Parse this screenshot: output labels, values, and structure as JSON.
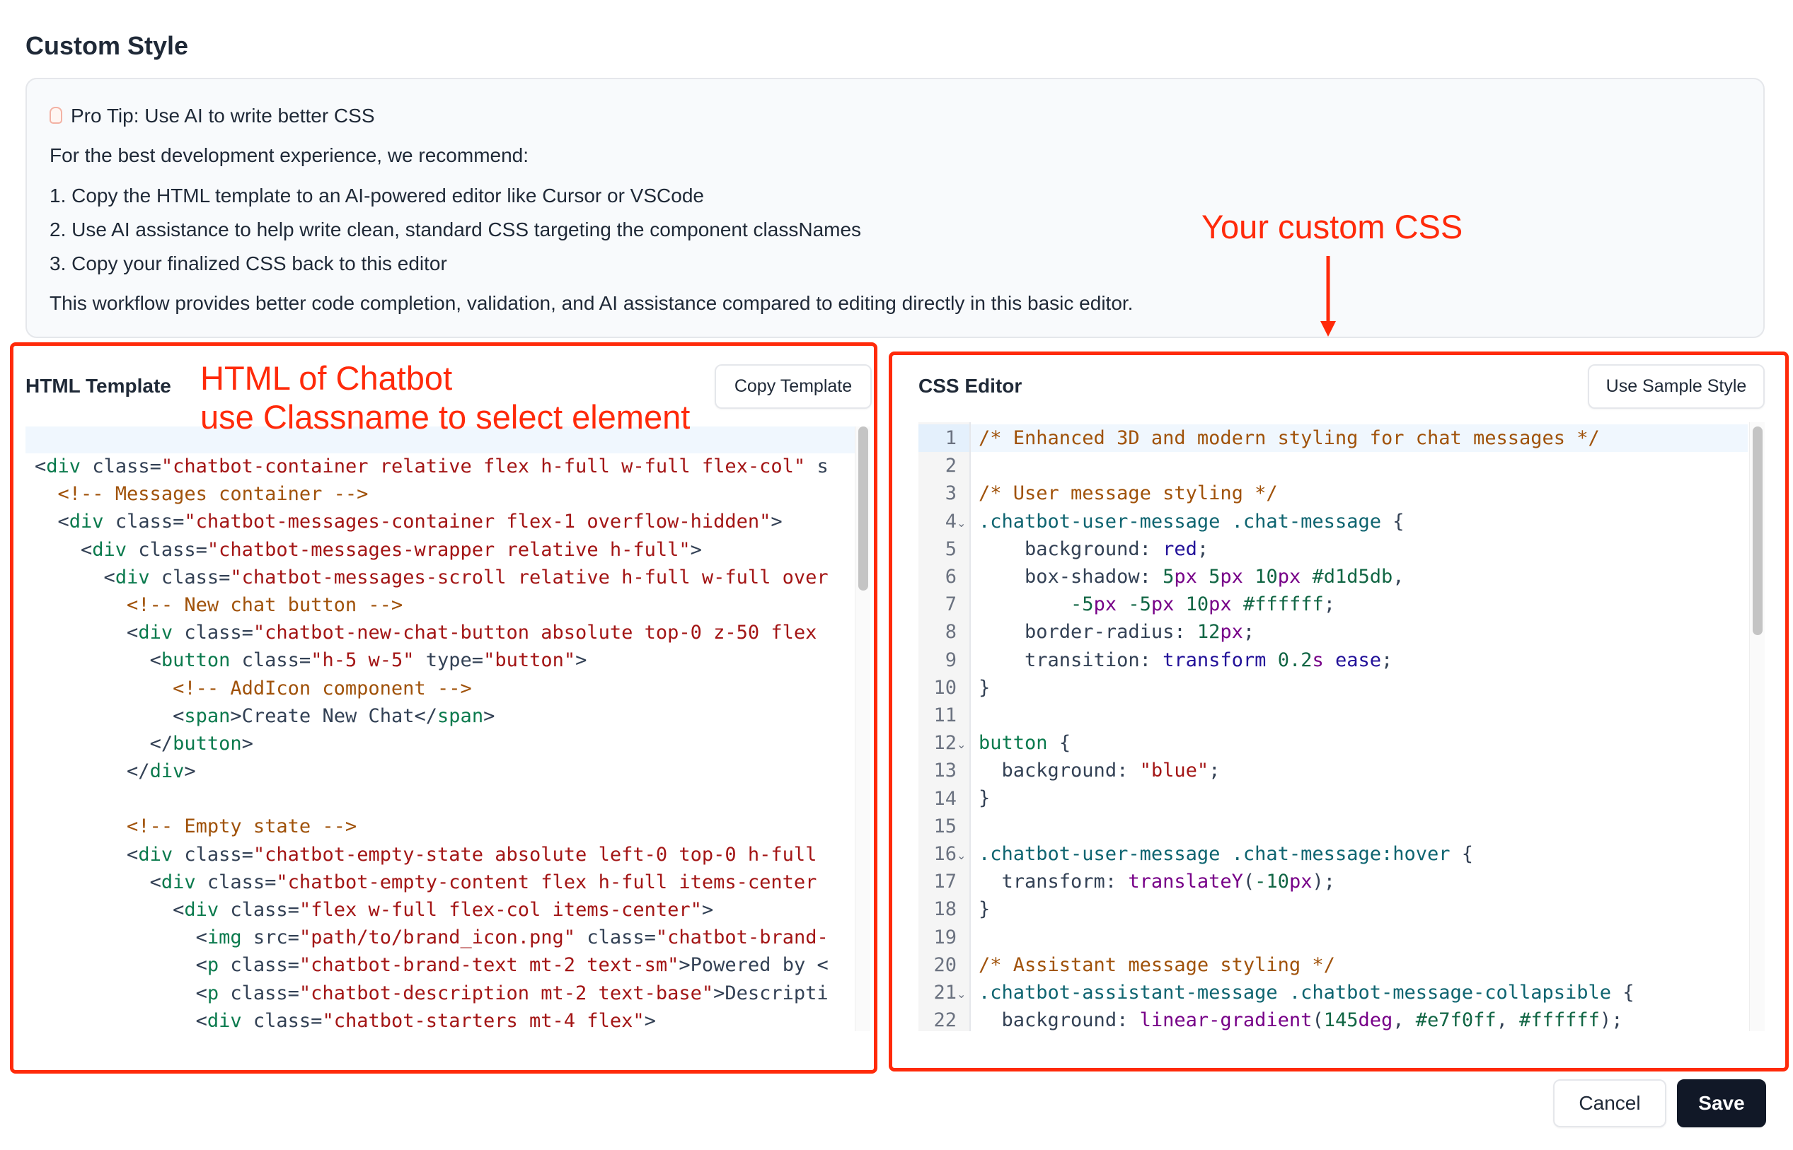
{
  "page_title": "Custom Style",
  "tip": {
    "icon": "lightbulb-icon",
    "heading": "Pro Tip: Use AI to write better CSS",
    "intro": "For the best development experience, we recommend:",
    "steps": [
      "1. Copy the HTML template to an AI-powered editor like Cursor or VSCode",
      "2. Use AI assistance to help write clean, standard CSS targeting the component classNames",
      "3. Copy your finalized CSS back to this editor"
    ],
    "footer": "This workflow provides better code completion, validation, and AI assistance compared to editing directly in this basic editor."
  },
  "annotations": {
    "css": "Your custom CSS",
    "html_line1": "HTML of Chatbot",
    "html_line2": "use Classname to select element",
    "color": "#ff2a0a"
  },
  "html_panel": {
    "label": "HTML Template",
    "button": "Copy Template",
    "lines": [
      "<div class=\"chatbot-container relative flex h-full w-full flex-col\" s",
      "  <!-- Messages container -->",
      "  <div class=\"chatbot-messages-container flex-1 overflow-hidden\">",
      "    <div class=\"chatbot-messages-wrapper relative h-full\">",
      "      <div class=\"chatbot-messages-scroll relative h-full w-full over",
      "        <!-- New chat button -->",
      "        <div class=\"chatbot-new-chat-button absolute top-0 z-50 flex",
      "          <button class=\"h-5 w-5\" type=\"button\">",
      "            <!-- AddIcon component -->",
      "            <span>Create New Chat</span>",
      "          </button>",
      "        </div>",
      "",
      "        <!-- Empty state -->",
      "        <div class=\"chatbot-empty-state absolute left-0 top-0 h-full",
      "          <div class=\"chatbot-empty-content flex h-full items-center",
      "            <div class=\"flex w-full flex-col items-center\">",
      "              <img src=\"path/to/brand_icon.png\" class=\"chatbot-brand-",
      "              <p class=\"chatbot-brand-text mt-2 text-sm\">Powered by <",
      "              <p class=\"chatbot-description mt-2 text-base\">Descripti",
      "              <div class=\"chatbot-starters mt-4 flex\">"
    ]
  },
  "css_panel": {
    "label": "CSS Editor",
    "button": "Use Sample Style",
    "lines": [
      "/* Enhanced 3D and modern styling for chat messages */",
      "",
      "/* User message styling */",
      ".chatbot-user-message .chat-message {",
      "    background: red;",
      "    box-shadow: 5px 5px 10px #d1d5db,",
      "        -5px -5px 10px #ffffff;",
      "    border-radius: 12px;",
      "    transition: transform 0.2s ease;",
      "}",
      "",
      "button {",
      "  background: \"blue\";",
      "}",
      "",
      ".chatbot-user-message .chat-message:hover {",
      "  transform: translateY(-10px);",
      "}",
      "",
      "/* Assistant message styling */",
      ".chatbot-assistant-message .chatbot-message-collapsible {",
      "  background: linear-gradient(145deg, #e7f0ff, #ffffff);"
    ],
    "active_line": 1
  },
  "footer": {
    "cancel": "Cancel",
    "save": "Save"
  }
}
